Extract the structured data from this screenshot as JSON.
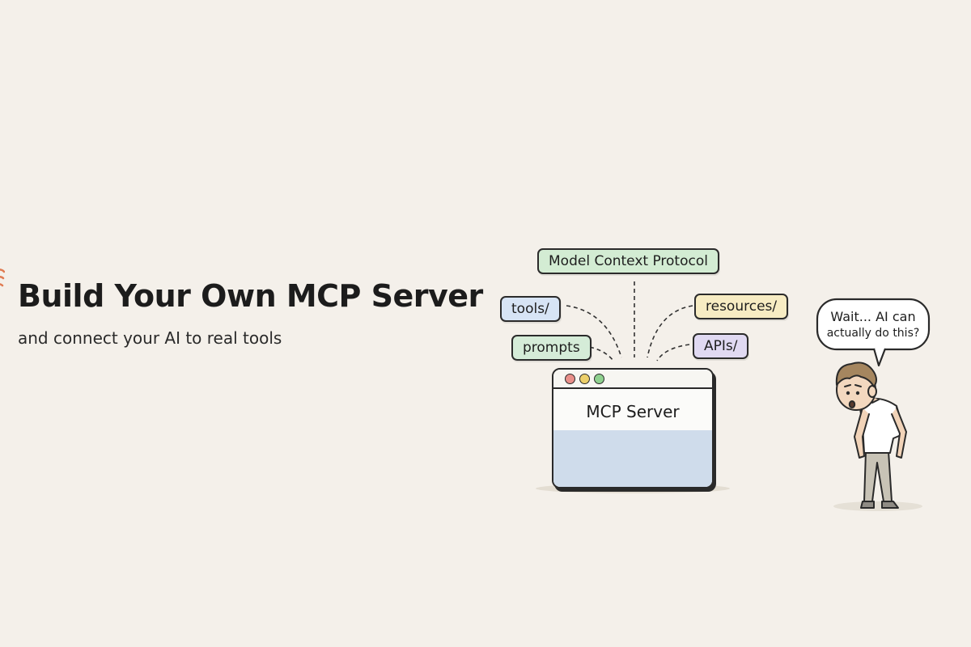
{
  "hero": {
    "title": "Build Your Own MCP Server",
    "subtitle": "and connect your AI to real tools"
  },
  "diagram": {
    "protocol_label": "Model Context Protocol",
    "tags": {
      "tools": "tools/",
      "prompts": "prompts",
      "resources": "resources/",
      "apis": "APIs/"
    },
    "server_title": "MCP Server"
  },
  "character": {
    "speech_line_1": "Wait... AI can",
    "speech_line_2": "actually do this?"
  },
  "colors": {
    "background": "#f4f0ea",
    "accent": "#e07b52",
    "protocol_tag": "#d3ecd3",
    "tools_tag": "#d7e4f5",
    "prompts_tag": "#d5ecd8",
    "resources_tag": "#f7ecc3",
    "apis_tag": "#e0d9f2",
    "server_panel": "#cfdceb"
  },
  "icons": {
    "accent": "brush-stroke-mark",
    "window_controls": "traffic-light-dots-icon",
    "character": "surprised-person-illustration",
    "speech": "speech-bubble-icon"
  }
}
